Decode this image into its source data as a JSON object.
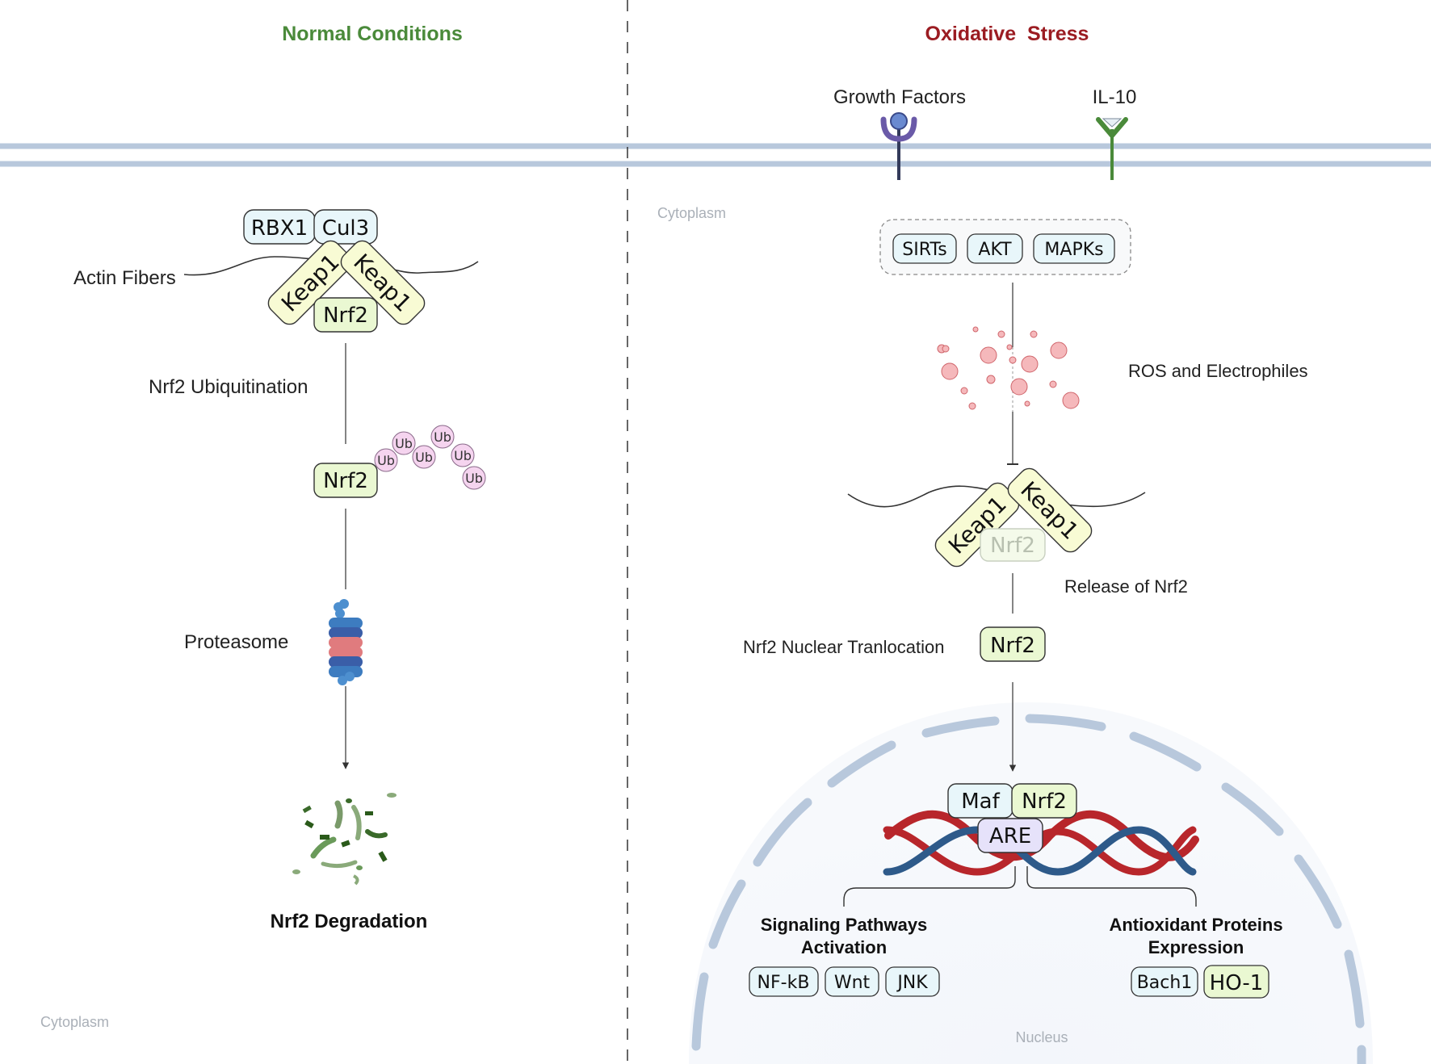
{
  "left": {
    "header": "Normal Conditions",
    "actin_label": "Actin Fibers",
    "rbx1": "RBX1",
    "cul3": "Cul3",
    "keap1": "Keap1",
    "nrf2": "Nrf2",
    "ubiquitination_label": "Nrf2 Ubiquitination",
    "ub": "Ub",
    "proteasome_label": "Proteasome",
    "degradation_label": "Nrf2 Degradation",
    "cytoplasm": "Cytoplasm"
  },
  "right": {
    "header": "Oxidative  Stress",
    "growth_factors": "Growth Factors",
    "il10": "IL-10",
    "cytoplasm": "Cytoplasm",
    "sirts": "SIRTs",
    "akt": "AKT",
    "mapks": "MAPKs",
    "ros_label": "ROS and Electrophiles",
    "keap1": "Keap1",
    "nrf2_faded": "Nrf2",
    "release_label": "Release of Nrf2",
    "translocation_label": "Nrf2 Nuclear Tranlocation",
    "nrf2": "Nrf2",
    "maf": "Maf",
    "nrf2_complex": "Nrf2",
    "are": "ARE",
    "signaling_title_1": "Signaling Pathways",
    "signaling_title_2": "Activation",
    "nfkb": "NF-kB",
    "wnt": "Wnt",
    "jnk": "JNK",
    "antioxidant_title_1": "Antioxidant Proteins",
    "antioxidant_title_2": "Expression",
    "bach1": "Bach1",
    "ho1": "HO-1",
    "nucleus": "Nucleus"
  },
  "colors": {
    "normal_header": "#4a8a3a",
    "stress_header": "#9b1c22",
    "blue_box_fill": "#e8f6fa",
    "green_box_fill": "#eaf8d2",
    "yellow_box_fill": "#f8fbd4",
    "purple_box_fill": "#e6e2fa",
    "ub_fill": "#f5d4ef",
    "ros": "#e87a80",
    "dna_red": "#b8262b",
    "dna_blue": "#2e5a8a"
  }
}
